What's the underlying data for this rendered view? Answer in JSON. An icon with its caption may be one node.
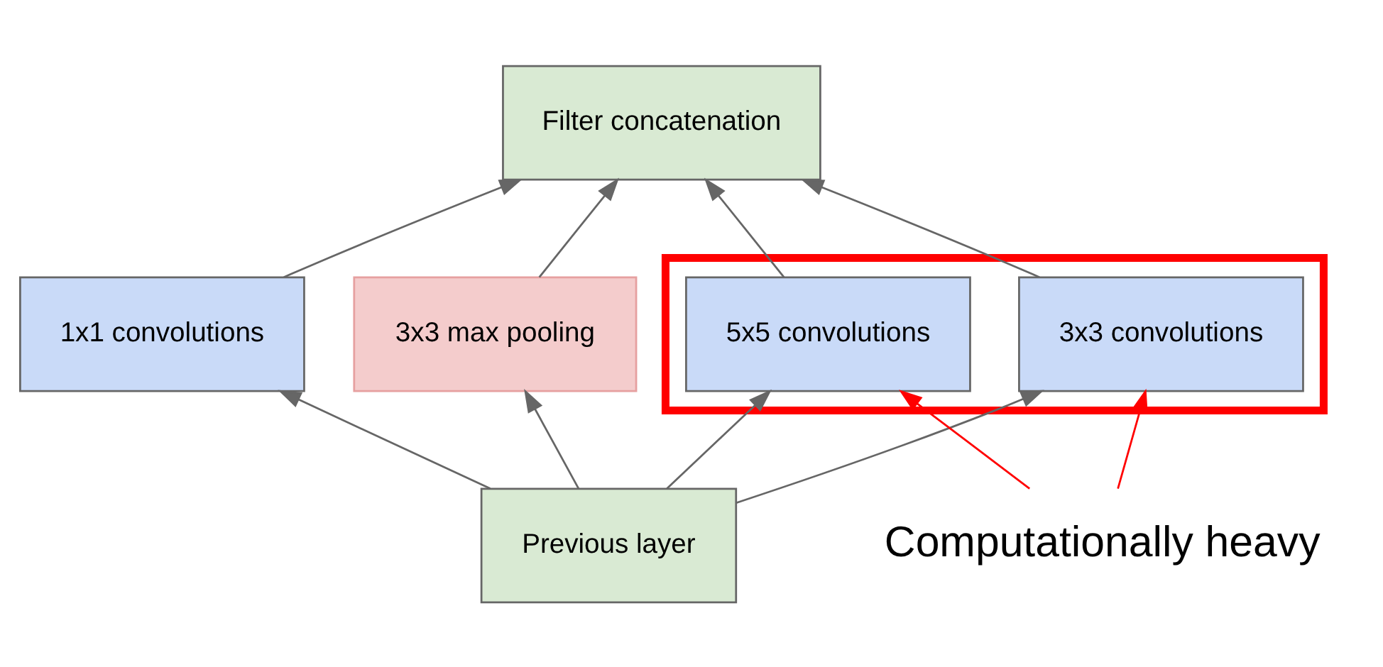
{
  "diagram": {
    "nodes": [
      {
        "text": [
          "Filter concatenation"
        ]
      },
      {
        "text": [
          "1x1 convolutions"
        ]
      },
      {
        "text": [],
        "shape": "box"
      },
      {
        "text": [
          "3x3 convolutions"
        ],
        "in": 2
      },
      {
        "text": [
          "5x5 convolutions"
        ],
        "in": 2
      },
      {
        "text": [
          "3x3 max pooling"
        ]
      },
      {
        "text": [
          "Previous layer"
        ]
      },
      {
        "text": [
          "Computationally heavy"
        ]
      }
    ],
    "edges": [
      {
        "from": 6,
        "to": 1,
        "arrow": "to"
      },
      {
        "from": 6,
        "to": 3,
        "arrow": "to"
      },
      {
        "from": 6,
        "to": 4,
        "arrow": "to"
      },
      {
        "from": 6,
        "to": 5,
        "arrow": "to"
      },
      {
        "from": 1,
        "to": 0,
        "arrow": "to"
      },
      {
        "from": 3,
        "to": 0,
        "arrow": "to"
      },
      {
        "from": 4,
        "to": 0,
        "arrow": "to"
      },
      {
        "from": 5,
        "to": 0,
        "arrow": "to"
      },
      {
        "from": 7,
        "to": 3,
        "arrow": "to",
        "color": "#ff0000"
      },
      {
        "from": 7,
        "to": 4,
        "arrow": "to",
        "color": "#ff0000"
      }
    ]
  }
}
